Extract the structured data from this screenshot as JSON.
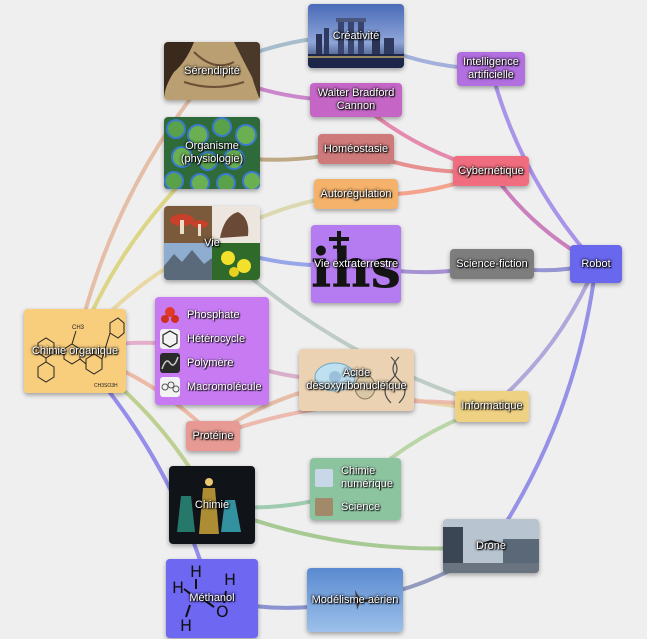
{
  "nodes": {
    "creativite": {
      "label": "Créativité",
      "color": "#5a6fa8"
    },
    "serendipite": {
      "label": "Sérendipité",
      "color": "#7a4a2a"
    },
    "ia": {
      "label": "Intelligence artificielle",
      "color": "#b26fe0"
    },
    "wbc": {
      "label": "Walter Bradford Cannon",
      "color": "#c566c7"
    },
    "organisme": {
      "label": "Organisme (physiologie)",
      "color": "#3f8a3c"
    },
    "homeostasie": {
      "label": "Homéostasie",
      "color": "#cf7a7a"
    },
    "cybernetique": {
      "label": "Cybernétique",
      "color": "#ef6d7e"
    },
    "autoregulation": {
      "label": "Autorégulation",
      "color": "#f5b26a"
    },
    "vie": {
      "label": "Vie",
      "color": "#6b6b4a"
    },
    "vie_extra": {
      "label": "Vie extraterrestre",
      "color": "#b57bf0"
    },
    "science_fiction": {
      "label": "Science-fiction",
      "color": "#7d7d7d"
    },
    "robot": {
      "label": "Robot",
      "color": "#6a67ef"
    },
    "chimie_organique": {
      "label": "Chimie organique",
      "color": "#f8cd7c"
    },
    "acide": {
      "label": "Acide désoxyribonucléique",
      "color": "#e8c9a5"
    },
    "informatique": {
      "label": "Informatique",
      "color": "#eed183"
    },
    "proteine": {
      "label": "Protéine",
      "color": "#e79a94"
    },
    "chimie": {
      "label": "Chimie",
      "color": "#1f2a2f"
    },
    "chimie_numerique": {
      "label": "Chimie numérique",
      "color": "#8dc4a0"
    },
    "science": {
      "label": "Science",
      "color": "#8dc4a0"
    },
    "drone": {
      "label": "Drone",
      "color": "#5a6878"
    },
    "methanol": {
      "label": "Méthanol",
      "color": "#6e67f2"
    },
    "modelisme": {
      "label": "Modélisme aérien",
      "color": "#6f96cf"
    }
  },
  "group": {
    "color": "#c77af2",
    "items": [
      {
        "label": "Phosphate",
        "icon": "phosphate-icon"
      },
      {
        "label": "Hétérocycle",
        "icon": "heterocycle-icon"
      },
      {
        "label": "Polymère",
        "icon": "polymer-icon"
      },
      {
        "label": "Macromolécule",
        "icon": "macromolecule-icon"
      }
    ]
  },
  "edges": [
    {
      "from": "creativite",
      "to": "serendipite",
      "color": "#9fb7c8"
    },
    {
      "from": "creativite",
      "to": "ia",
      "color": "#9aa8d8"
    },
    {
      "from": "serendipite",
      "to": "wbc",
      "color": "#c77ac8"
    },
    {
      "from": "serendipite",
      "to": "chimie_organique",
      "color": "#e3b8a0"
    },
    {
      "from": "wbc",
      "to": "cybernetique",
      "color": "#e27ea6"
    },
    {
      "from": "organisme",
      "to": "homeostasie",
      "color": "#b9a07a"
    },
    {
      "from": "organisme",
      "to": "chimie_organique",
      "color": "#d9d27a"
    },
    {
      "from": "homeostasie",
      "to": "cybernetique",
      "color": "#e58585"
    },
    {
      "from": "autoregulation",
      "to": "cybernetique",
      "color": "#f59a82"
    },
    {
      "from": "autoregulation",
      "to": "vie",
      "color": "#d9d6a8"
    },
    {
      "from": "cybernetique",
      "to": "robot",
      "color": "#c773b8"
    },
    {
      "from": "ia",
      "to": "robot",
      "color": "#a08ae8"
    },
    {
      "from": "vie",
      "to": "vie_extra",
      "color": "#8d9ce8"
    },
    {
      "from": "vie",
      "to": "chimie_organique",
      "color": "#e8d59a"
    },
    {
      "from": "vie",
      "to": "informatique",
      "color": "#b9c8c0"
    },
    {
      "from": "vie_extra",
      "to": "science_fiction",
      "color": "#9d86cf"
    },
    {
      "from": "science_fiction",
      "to": "robot",
      "color": "#8b8bd0"
    },
    {
      "from": "group",
      "to": "chimie_organique",
      "color": "#e2a6c8"
    },
    {
      "from": "group",
      "to": "acide",
      "color": "#d6a8c4"
    },
    {
      "from": "acide",
      "to": "informatique",
      "color": "#e6d2a0"
    },
    {
      "from": "acide",
      "to": "proteine",
      "color": "#e7b7a0"
    },
    {
      "from": "informatique",
      "to": "robot",
      "color": "#a89fd8"
    },
    {
      "from": "informatique",
      "to": "chimie_numerique",
      "color": "#b4d2a0"
    },
    {
      "from": "informatique",
      "to": "proteine",
      "color": "#ebb4a6"
    },
    {
      "from": "proteine",
      "to": "chimie_organique",
      "color": "#ecb49e"
    },
    {
      "from": "chimie",
      "to": "chimie_organique",
      "color": "#b8cc86"
    },
    {
      "from": "chimie",
      "to": "chimie_numerique",
      "color": "#96c8a8"
    },
    {
      "from": "chimie",
      "to": "drone",
      "color": "#9fc48a"
    },
    {
      "from": "methanol",
      "to": "chimie_organique",
      "color": "#8a82e8"
    },
    {
      "from": "methanol",
      "to": "modelisme",
      "color": "#7f88cc"
    },
    {
      "from": "modelisme",
      "to": "drone",
      "color": "#8890b8"
    },
    {
      "from": "drone",
      "to": "robot",
      "color": "#8a86e4"
    }
  ]
}
